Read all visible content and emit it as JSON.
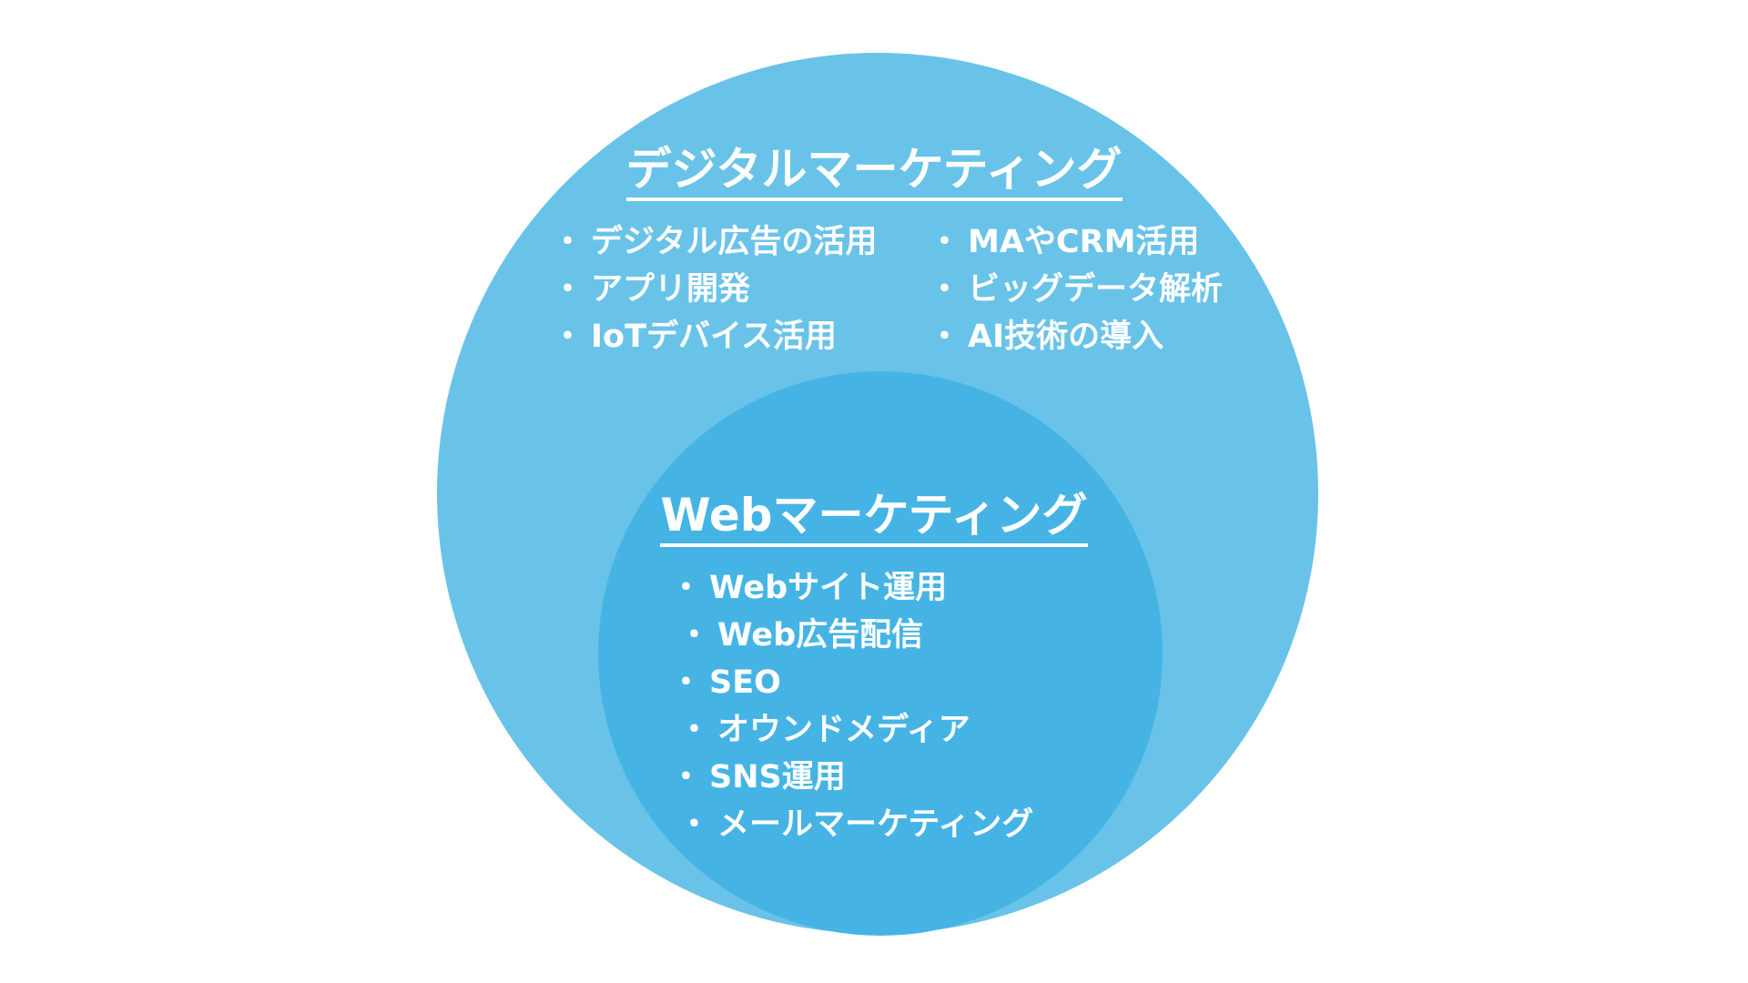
{
  "digital": {
    "title": "デジタルマーケティング",
    "left_items": [
      "デジタル広告の活用",
      "アプリ開発",
      "IoTデバイス活用"
    ],
    "right_items": [
      "MAやCRM活用",
      "ビッグデータ解析",
      "AI技術の導入"
    ]
  },
  "web": {
    "title": "Webマーケティング",
    "items": [
      "Webサイト運用",
      "Web広告配信",
      "SEO",
      "オウンドメディア",
      "SNS運用",
      "メールマーケティング"
    ]
  },
  "bullet": "・",
  "colors": {
    "outer_circle": "#69c3e8",
    "inner_circle": "#45b4e5",
    "text": "#ffffff",
    "background": "#ffffff"
  }
}
